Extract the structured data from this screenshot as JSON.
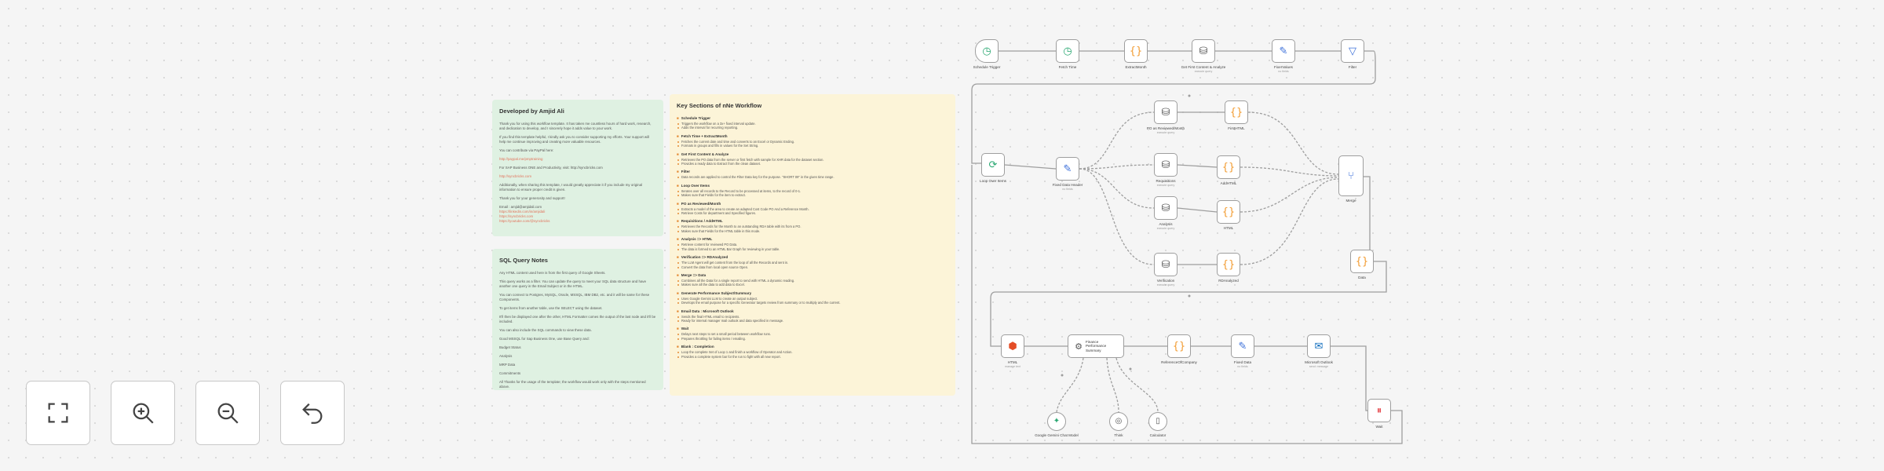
{
  "colors": {
    "green_note": "#dff1e2",
    "yellow_note": "#fcf4d8",
    "accent_orange": "#e48a34",
    "wire": "#9e9e9e",
    "canvas": "#f5f5f5"
  },
  "note_dev": {
    "title": "Developed by Amjid Ali",
    "paragraphs": [
      "Thank you for using this workflow template. It has taken me countless hours of hard work, research, and dedication to develop, and I sincerely hope it adds value to your work.",
      "If you find this template helpful, I kindly ask you to consider supporting my efforts. Your support will help me continue improving and creating more valuable resources.",
      "You can contribute via PayPal here:",
      "http://paypal.me/pmptraining",
      "For SAP Business ONE and Productivity, visit: http://syncbricks.com",
      "http://syncbricks.com",
      "Additionally, when sharing this template, I would greatly appreciate it if you include my original information to ensure proper credit is given.",
      "Thank you for your generosity and support!",
      "Email : amjid@amjidali.com",
      "https://linkedin.com/in/amjidali",
      "https://syncbricks.com",
      "https://youtube.com/@syncbricks"
    ]
  },
  "note_sql": {
    "title": "SQL Query Notes",
    "paragraphs": [
      "Any HTML content used here is from the first query of Google Sheets.",
      "This query works as a filter. You can update the query to meet your SQL data structure and have another one query in the Email Subject or in the HTML.",
      "You can connect to Postgres, MySQL, Oracle, MSSQL, IBM DB2, etc. and it will be same for these Components.",
      "To get items from another table, use the SELECT using the dataset.",
      "It'll then be displayed one after the other, HTML Formatter comes the output of the last node and it'll be included.",
      "You can also include the SQL commands to view these data.",
      "Good MSSQL for Sap Business One, use Base Query and:",
      "Budget Status",
      "Analysis",
      "MRP Data",
      "Commitments",
      "All Thanks for the usage of the template; the workflow would work only with the steps mentioned above."
    ]
  },
  "note_sections": {
    "title": "Key Sections of nNe Workflow",
    "sections": [
      {
        "title": "Schedule Trigger",
        "items": [
          "Triggers the workflow on a 3x+ fixed interval update.",
          "Adds the interval for recurring reporting."
        ]
      },
      {
        "title": "Fetch Time + ExtractMonth",
        "items": [
          "Fetches the current date and time and converts to an Excel or Dynamic Ending.",
          "Formats in groups and fills in values for the Set String."
        ]
      },
      {
        "title": "Get First Content & Analyze",
        "items": [
          "Retrieves the PO data from the server or first fetch with sample for XHR data for the dataset section.",
          "Provides a ready data to Extract from the clean dataset."
        ]
      },
      {
        "title": "Filter",
        "items": [
          "Data records are applied to control the Filter Data key for the purpose. \"SHORT 09\" in the given time range."
        ]
      },
      {
        "title": "Loop Over Items",
        "items": [
          "Iterates over all records to the Record to be processed at items, to the record of 0-1.",
          "Makes sure that Fields for the item to extract."
        ]
      },
      {
        "title": "PO as Reviewed/Month",
        "items": [
          "Extracts a model of the area to create an adapted Cost Code PO And a Reference Month.",
          "Retrieve Costs for department and Specified figures."
        ]
      },
      {
        "title": "Requisitions / AddHTML",
        "items": [
          "Retrieves the Records for the Month to an outstanding RDA table with its from a PO.",
          "Makes sure that Fields for the HTML table in this mode."
        ]
      },
      {
        "title": "Analysis => HTML",
        "items": [
          "Retrieve content for reviewed PO Data.",
          "The data is formed to an HTML Bar Graph for reviewing in your table."
        ]
      },
      {
        "title": "Verification => RDAnalyzed",
        "items": [
          "The LLM Agent will get content from the loop of all the Records and sent in.",
          "Convert the data from local open source Open."
        ]
      },
      {
        "title": "Merge => Data",
        "items": [
          "Combines all the Data for a single report to send with HTML a dynamic reading.",
          "Makes sure all the data to add data to Excel."
        ]
      },
      {
        "title": "Generate Performance Subject/Summary",
        "items": [
          "Uses Google Gemini LLM to create an output subject.",
          "Develops the email purpose for a specific Generator targets review from summary or to multiply and the current."
        ]
      },
      {
        "title": "Email Data : Microsoft Outlook",
        "items": [
          "Sends the final HTML email to recipients.",
          "Ready for internal manager mail outlook and data specified in message."
        ]
      },
      {
        "title": "Wait",
        "items": [
          "Delays next steps to set a small period between workflow runs.",
          "Prepares throttling for failing items / emailing."
        ]
      },
      {
        "title": "Blank : Completion",
        "items": [
          "Loop the complete Set of Loop 1 and finish a workflow of Operator and Action.",
          "Provides a complete system bar for the run to fight with all new report."
        ]
      }
    ]
  },
  "nodes": {
    "schedule_trigger": {
      "label": "Schedule Trigger",
      "sub": ""
    },
    "fetch_time": {
      "label": "Fetch Time",
      "sub": ""
    },
    "extract_month": {
      "label": "ExtractMonth",
      "sub": ""
    },
    "get_first_content": {
      "label": "Get First Content & Analyze",
      "sub": "execute query"
    },
    "fixer_values": {
      "label": "FixerValues",
      "sub": "no fields"
    },
    "filter": {
      "label": "Filter",
      "sub": ""
    },
    "loop_over_items": {
      "label": "Loop Over Items",
      "sub": ""
    },
    "fixed_data_header": {
      "label": "Fixed Data Header",
      "sub": "no fields"
    },
    "po_reviewed_month": {
      "label": "PO as Reviewed/Month",
      "sub": "execute query"
    },
    "first_html": {
      "label": "FirstHTML",
      "sub": ""
    },
    "requisitions": {
      "label": "Requisitions",
      "sub": "execute query"
    },
    "add_html": {
      "label": "AddHTML",
      "sub": ""
    },
    "analysis": {
      "label": "Analysis",
      "sub": "execute query"
    },
    "html": {
      "label": "HTML",
      "sub": ""
    },
    "verification": {
      "label": "Verification",
      "sub": "execute query"
    },
    "rda_analyzed": {
      "label": "RDAnalyzed",
      "sub": ""
    },
    "merge": {
      "label": "Merge",
      "sub": ""
    },
    "data": {
      "label": "Data",
      "sub": ""
    },
    "html2": {
      "label": "HTML",
      "sub": "manage text"
    },
    "performance_summary": {
      "label": "Finance Performance Summary",
      "sub": ""
    },
    "reference_of_company": {
      "label": "ReferenceOfCompany",
      "sub": ""
    },
    "fixed_data": {
      "label": "Fixed Data",
      "sub": "no fields"
    },
    "microsoft_outlook": {
      "label": "Microsoft Outlook",
      "sub": "send: message"
    },
    "gemini_chat_model": {
      "label": "Google Gemini Chat Model",
      "sub": ""
    },
    "think": {
      "label": "Think",
      "sub": ""
    },
    "calculator": {
      "label": "Calculator",
      "sub": ""
    },
    "wait": {
      "label": "Wait",
      "sub": ""
    }
  },
  "controls": {
    "fit_view": "fit-view",
    "zoom_in": "zoom-in",
    "zoom_out": "zoom-out",
    "reset": "undo-reset"
  }
}
